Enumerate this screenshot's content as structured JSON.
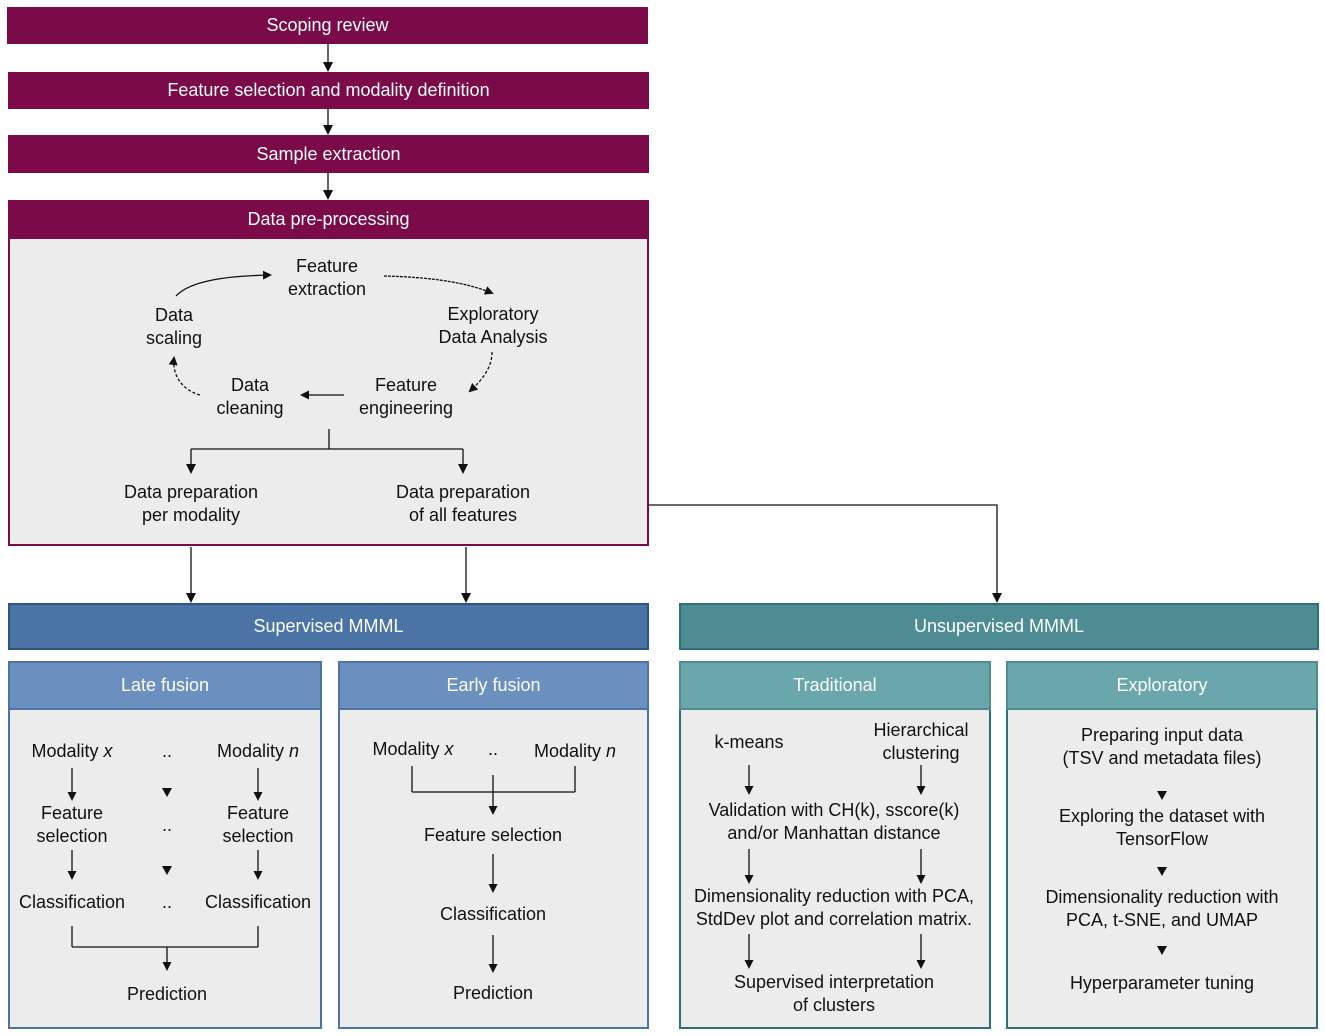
{
  "steps": {
    "scoping": "Scoping review",
    "feature_selection_modality": "Feature selection and modality definition",
    "sample_extraction": "Sample extraction",
    "preprocessing": "Data pre-processing"
  },
  "preprocessing_cycle": {
    "feature_extraction": [
      "Feature",
      "extraction"
    ],
    "eda": [
      "Exploratory",
      "Data Analysis"
    ],
    "feature_engineering": [
      "Feature",
      "engineering"
    ],
    "data_cleaning": [
      "Data",
      "cleaning"
    ],
    "data_scaling": [
      "Data",
      "scaling"
    ]
  },
  "preparation": {
    "per_modality": [
      "Data preparation",
      "per modality"
    ],
    "all_features": [
      "Data preparation",
      "of all features"
    ]
  },
  "supervised": {
    "title": "Supervised MMML",
    "late_fusion": {
      "title": "Late fusion",
      "modality_x": "Modality",
      "modality_x_var": "x",
      "dots": "..",
      "modality_n": "Modality",
      "modality_n_var": "n",
      "feature_selection": [
        "Feature",
        "selection"
      ],
      "classification": "Classification",
      "prediction": "Prediction"
    },
    "early_fusion": {
      "title": "Early fusion",
      "modality_x": "Modality",
      "modality_x_var": "x",
      "dots": "..",
      "modality_n": "Modality",
      "modality_n_var": "n",
      "feature_selection": "Feature selection",
      "classification": "Classification",
      "prediction": "Prediction"
    }
  },
  "unsupervised": {
    "title": "Unsupervised MMML",
    "traditional": {
      "title": "Traditional",
      "kmeans": "k-means",
      "hierarchical": [
        "Hierarchical",
        "clustering"
      ],
      "validation": [
        "Validation with CH(k), sscore(k)",
        "and/or Manhattan distance"
      ],
      "dimred": [
        "Dimensionality reduction with PCA,",
        "StdDev plot and correlation matrix."
      ],
      "interpretation": [
        "Supervised interpretation",
        "of clusters"
      ]
    },
    "exploratory": {
      "title": "Exploratory",
      "preparing": [
        "Preparing input data",
        "(TSV and metadata files)"
      ],
      "exploring": [
        "Exploring the dataset with",
        "TensorFlow"
      ],
      "dimred": [
        "Dimensionality reduction with",
        "PCA, t-SNE, and UMAP"
      ],
      "tuning": "Hyperparameter tuning"
    }
  },
  "colors": {
    "maroon": "#7b0a48",
    "supervised_header": "#4a73a6",
    "supervised_sub": "#6b8fbe",
    "unsupervised_header": "#4e8c93",
    "unsupervised_sub": "#6aa7ac",
    "panel_bg": "#ececec"
  }
}
